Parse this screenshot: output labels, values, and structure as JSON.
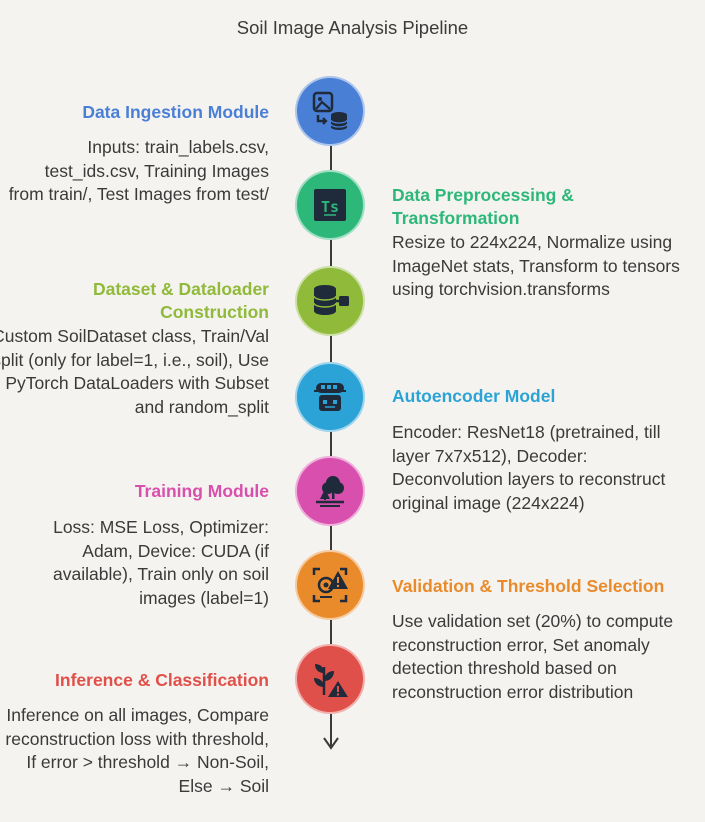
{
  "title": "Soil Image Analysis Pipeline",
  "steps": [
    {
      "heading": "Data Ingestion Module",
      "description": "Inputs: train_labels.csv, test_ids.csv, Training Images from train/, Test Images from test/",
      "color": "#4a7fd6",
      "icon": "image-database-icon"
    },
    {
      "heading": "Data Preprocessing & Transformation",
      "description": "Resize to 224x224, Normalize using ImageNet stats, Transform to tensors using torchvision.transforms",
      "color": "#2db87a",
      "icon": "typescript-file-icon"
    },
    {
      "heading": "Dataset & Dataloader Construction",
      "description": "Custom SoilDataset class, Train/Val split (only for label=1, i.e., soil), Use PyTorch DataLoaders with Subset and random_split",
      "color": "#8fba3a",
      "icon": "database-pipeline-icon"
    },
    {
      "heading": "Autoencoder Model",
      "description": "Encoder: ResNet18 (pretrained, till layer 7x7x512), Decoder: Deconvolution layers to reconstruct original image (224x224)",
      "color": "#2ba3d6",
      "icon": "robot-model-icon"
    },
    {
      "heading": "Training Module",
      "description": "Loss: MSE Loss, Optimizer: Adam, Device: CUDA (if available), Train only on soil images (label=1)",
      "color": "#d94fae",
      "icon": "trees-ground-icon"
    },
    {
      "heading": "Validation & Threshold Selection",
      "description": "Use validation set (20%) to compute reconstruction error, Set anomaly detection threshold based on reconstruction error distribution",
      "color": "#e98b2b",
      "icon": "scan-warning-icon"
    },
    {
      "heading": "Inference & Classification",
      "description": "Inference on all images, Compare reconstruction loss with threshold, If error > threshold → Non-Soil, Else → Soil",
      "color": "#e0504a",
      "icon": "plant-warning-icon"
    }
  ]
}
